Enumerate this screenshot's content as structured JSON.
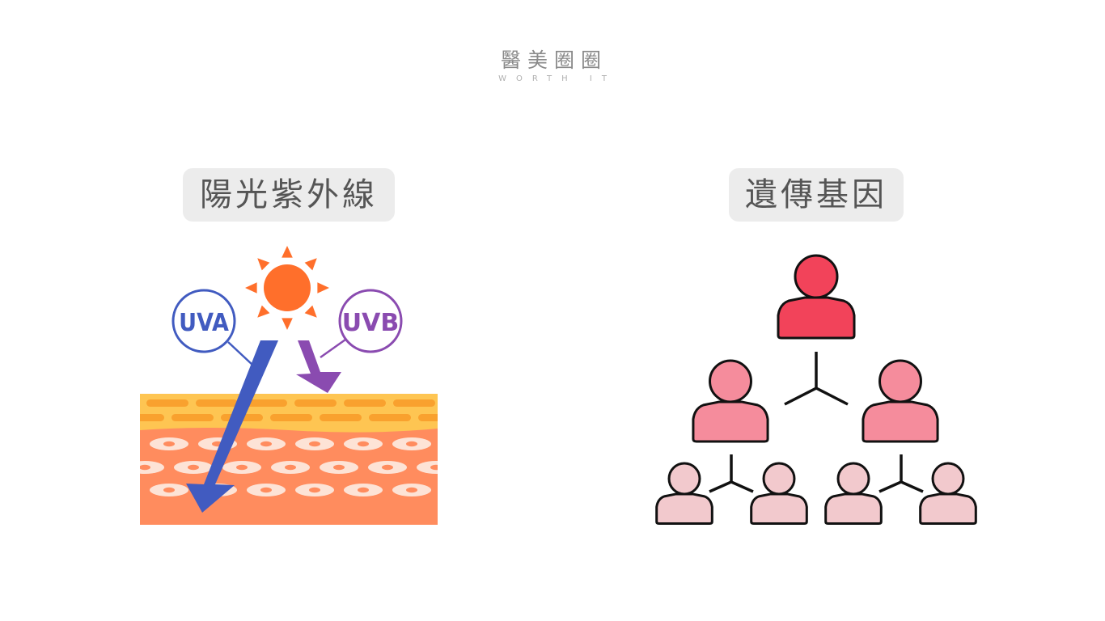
{
  "logo": {
    "chinese": "醫美圈圈",
    "english": "WORTH IT"
  },
  "left_panel": {
    "title": "陽光紫外線",
    "uva_label": "UVA",
    "uvb_label": "UVB"
  },
  "right_panel": {
    "title": "遺傳基因"
  },
  "colors": {
    "sun": "#ff6f2b",
    "uva": "#415bc0",
    "uvb": "#8a4bb0",
    "skin_top": "#fec552",
    "skin_dermis": "#ff8c5e",
    "gen1": "#f2435a",
    "gen2": "#f58c9c",
    "gen3": "#f2c9cd"
  }
}
